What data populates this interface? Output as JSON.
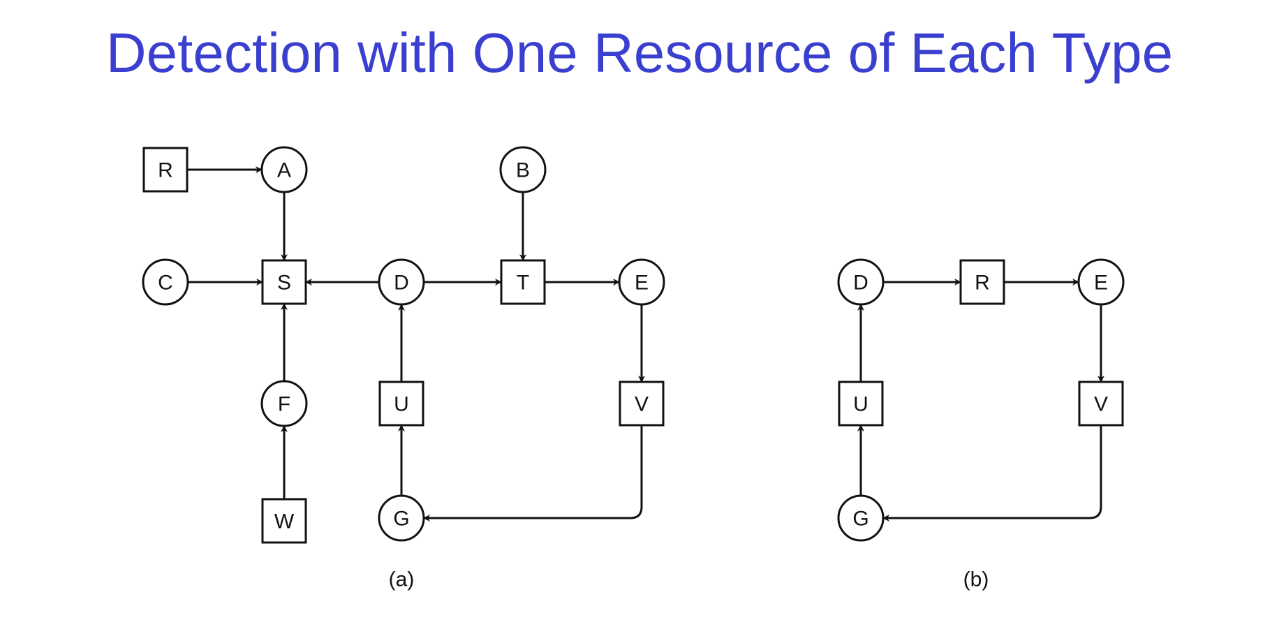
{
  "slide": {
    "title": "Detection with One Resource of Each Type",
    "title_color": "#3a3fcf"
  },
  "figure_a": {
    "caption": "(a)",
    "nodes": [
      {
        "id": "R",
        "kind": "resource",
        "label": "R"
      },
      {
        "id": "A",
        "kind": "process",
        "label": "A"
      },
      {
        "id": "B",
        "kind": "process",
        "label": "B"
      },
      {
        "id": "C",
        "kind": "process",
        "label": "C"
      },
      {
        "id": "S",
        "kind": "resource",
        "label": "S"
      },
      {
        "id": "D",
        "kind": "process",
        "label": "D"
      },
      {
        "id": "T",
        "kind": "resource",
        "label": "T"
      },
      {
        "id": "E",
        "kind": "process",
        "label": "E"
      },
      {
        "id": "F",
        "kind": "process",
        "label": "F"
      },
      {
        "id": "U",
        "kind": "resource",
        "label": "U"
      },
      {
        "id": "V",
        "kind": "resource",
        "label": "V"
      },
      {
        "id": "W",
        "kind": "resource",
        "label": "W"
      },
      {
        "id": "G",
        "kind": "process",
        "label": "G"
      }
    ],
    "edges": [
      {
        "from": "R",
        "to": "A"
      },
      {
        "from": "A",
        "to": "S"
      },
      {
        "from": "B",
        "to": "T"
      },
      {
        "from": "C",
        "to": "S"
      },
      {
        "from": "D",
        "to": "S"
      },
      {
        "from": "D",
        "to": "T"
      },
      {
        "from": "T",
        "to": "E"
      },
      {
        "from": "E",
        "to": "V"
      },
      {
        "from": "F",
        "to": "S"
      },
      {
        "from": "W",
        "to": "F"
      },
      {
        "from": "U",
        "to": "D"
      },
      {
        "from": "G",
        "to": "U"
      },
      {
        "from": "V",
        "to": "G"
      }
    ]
  },
  "figure_b": {
    "caption": "(b)",
    "nodes": [
      {
        "id": "D",
        "kind": "process",
        "label": "D"
      },
      {
        "id": "R",
        "kind": "resource",
        "label": "R"
      },
      {
        "id": "E",
        "kind": "process",
        "label": "E"
      },
      {
        "id": "U",
        "kind": "resource",
        "label": "U"
      },
      {
        "id": "V",
        "kind": "resource",
        "label": "V"
      },
      {
        "id": "G",
        "kind": "process",
        "label": "G"
      }
    ],
    "edges": [
      {
        "from": "D",
        "to": "R"
      },
      {
        "from": "R",
        "to": "E"
      },
      {
        "from": "E",
        "to": "V"
      },
      {
        "from": "V",
        "to": "G"
      },
      {
        "from": "G",
        "to": "U"
      },
      {
        "from": "U",
        "to": "D"
      }
    ]
  }
}
